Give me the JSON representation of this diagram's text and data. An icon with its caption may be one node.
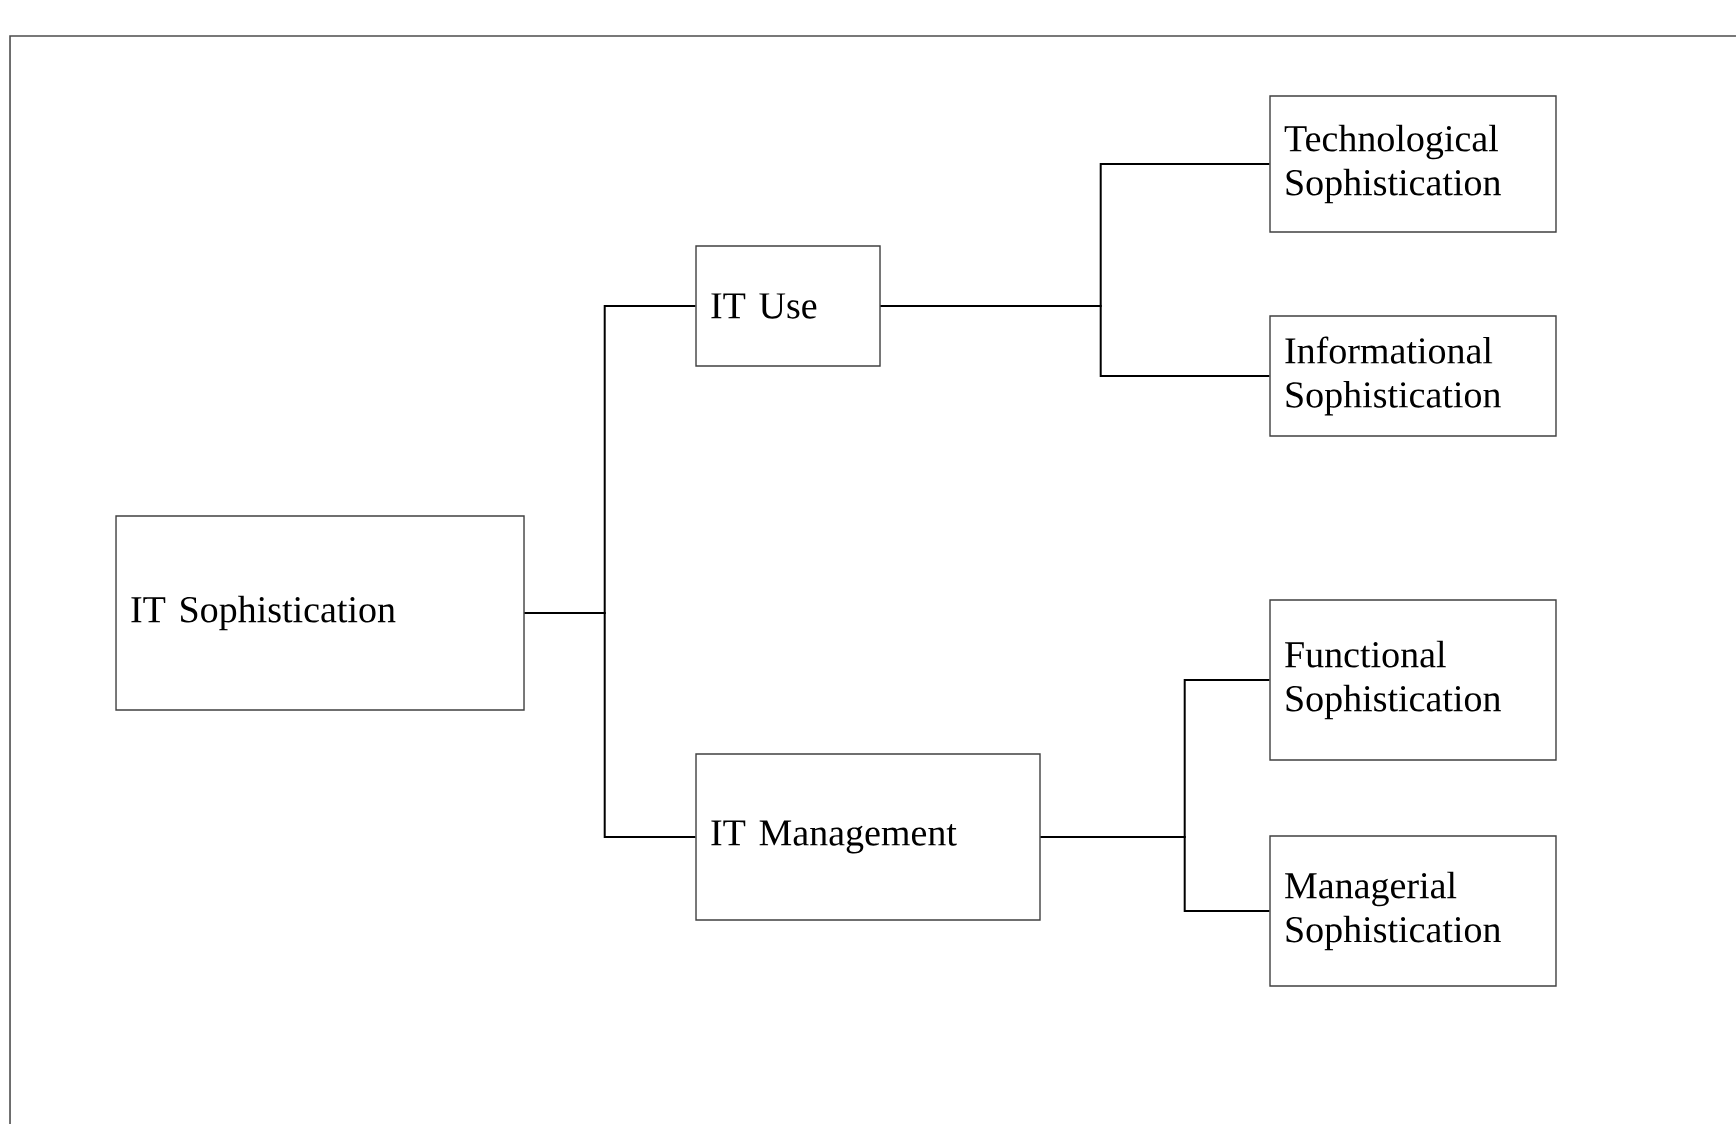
{
  "diagram": {
    "nodes": [
      {
        "text": [
          "IT Sophistication"
        ]
      },
      {
        "text": [
          "IT Use"
        ]
      },
      {
        "text": [
          "IT Management"
        ]
      },
      {
        "text": [
          "Technological Sophistication"
        ]
      },
      {
        "text": [
          "Informational Sophistication"
        ]
      },
      {
        "text": [
          "Functional Sophistication"
        ]
      },
      {
        "text": [
          "Managerial Sophistication"
        ]
      }
    ],
    "edges": [
      {
        "from": 0,
        "to": 1,
        "arrow": "none"
      },
      {
        "from": 0,
        "to": 2,
        "arrow": "none"
      },
      {
        "from": 1,
        "to": 3,
        "arrow": "none"
      },
      {
        "from": 1,
        "to": 4,
        "arrow": "none"
      },
      {
        "from": 2,
        "to": 5,
        "arrow": "none"
      },
      {
        "from": 2,
        "to": 6,
        "arrow": "none"
      }
    ]
  }
}
